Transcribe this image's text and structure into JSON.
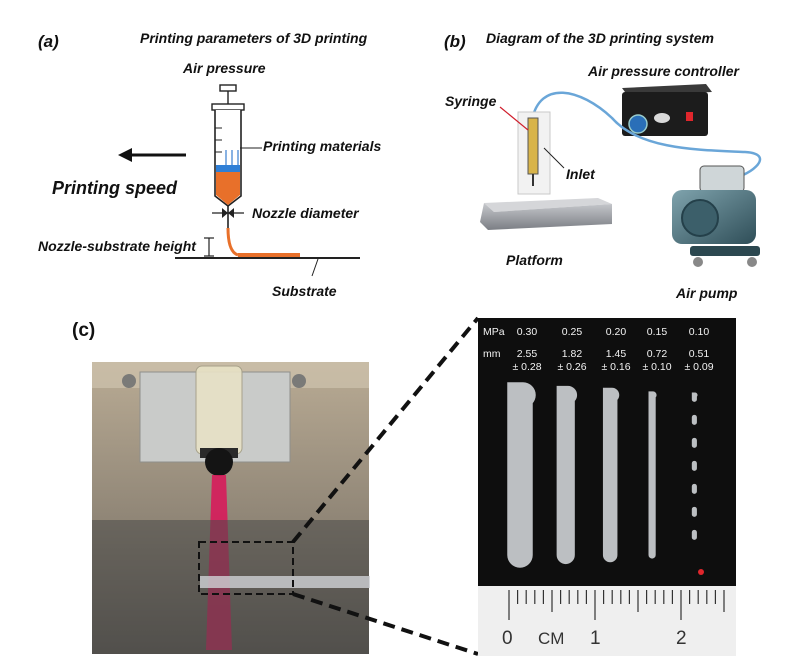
{
  "panel_a": {
    "tag": "(a)",
    "title": "Printing parameters of 3D printing",
    "air_pressure": "Air pressure",
    "printing_materials": "Printing materials",
    "printing_speed": "Printing speed",
    "nozzle_diameter": "Nozzle diameter",
    "nozzle_substrate_height": "Nozzle-substrate height",
    "substrate": "Substrate"
  },
  "panel_b": {
    "tag": "(b)",
    "title": "Diagram of the 3D printing system",
    "air_pressure_controller": "Air pressure controller",
    "syringe": "Syringe",
    "inlet": "Inlet",
    "platform": "Platform",
    "air_pump": "Air pump"
  },
  "panel_c": {
    "tag": "(c)",
    "row1_label": "MPa",
    "row2_label": "mm",
    "columns": [
      {
        "pressure": "0.30",
        "width": "2.55",
        "sd": "± 0.28"
      },
      {
        "pressure": "0.25",
        "width": "1.82",
        "sd": "± 0.26"
      },
      {
        "pressure": "0.20",
        "width": "1.45",
        "sd": "± 0.16"
      },
      {
        "pressure": "0.15",
        "width": "0.72",
        "sd": "± 0.10"
      },
      {
        "pressure": "0.10",
        "width": "0.51",
        "sd": "± 0.09"
      }
    ],
    "ruler": {
      "zero": "0",
      "unit": "CM",
      "one": "1",
      "two": "2"
    }
  },
  "colors": {
    "accent_orange": "#e8702a",
    "syringe_blue": "#3a7fd0",
    "tube_blue": "#6aa6d8",
    "laser_red": "#d8185a"
  }
}
